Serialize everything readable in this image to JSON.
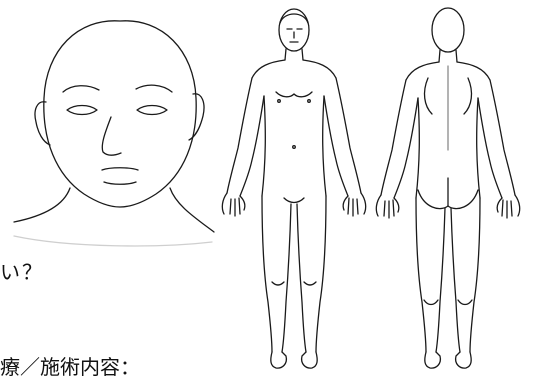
{
  "labels": {
    "question": "い？",
    "treatment": "療／施術内容："
  },
  "figures": [
    {
      "name": "face-outline",
      "icon": "face-front-icon"
    },
    {
      "name": "body-front",
      "icon": "body-front-icon"
    },
    {
      "name": "body-back",
      "icon": "body-back-icon"
    }
  ],
  "colors": {
    "line": "#1a1a1a",
    "background": "#ffffff",
    "text": "#111111"
  }
}
